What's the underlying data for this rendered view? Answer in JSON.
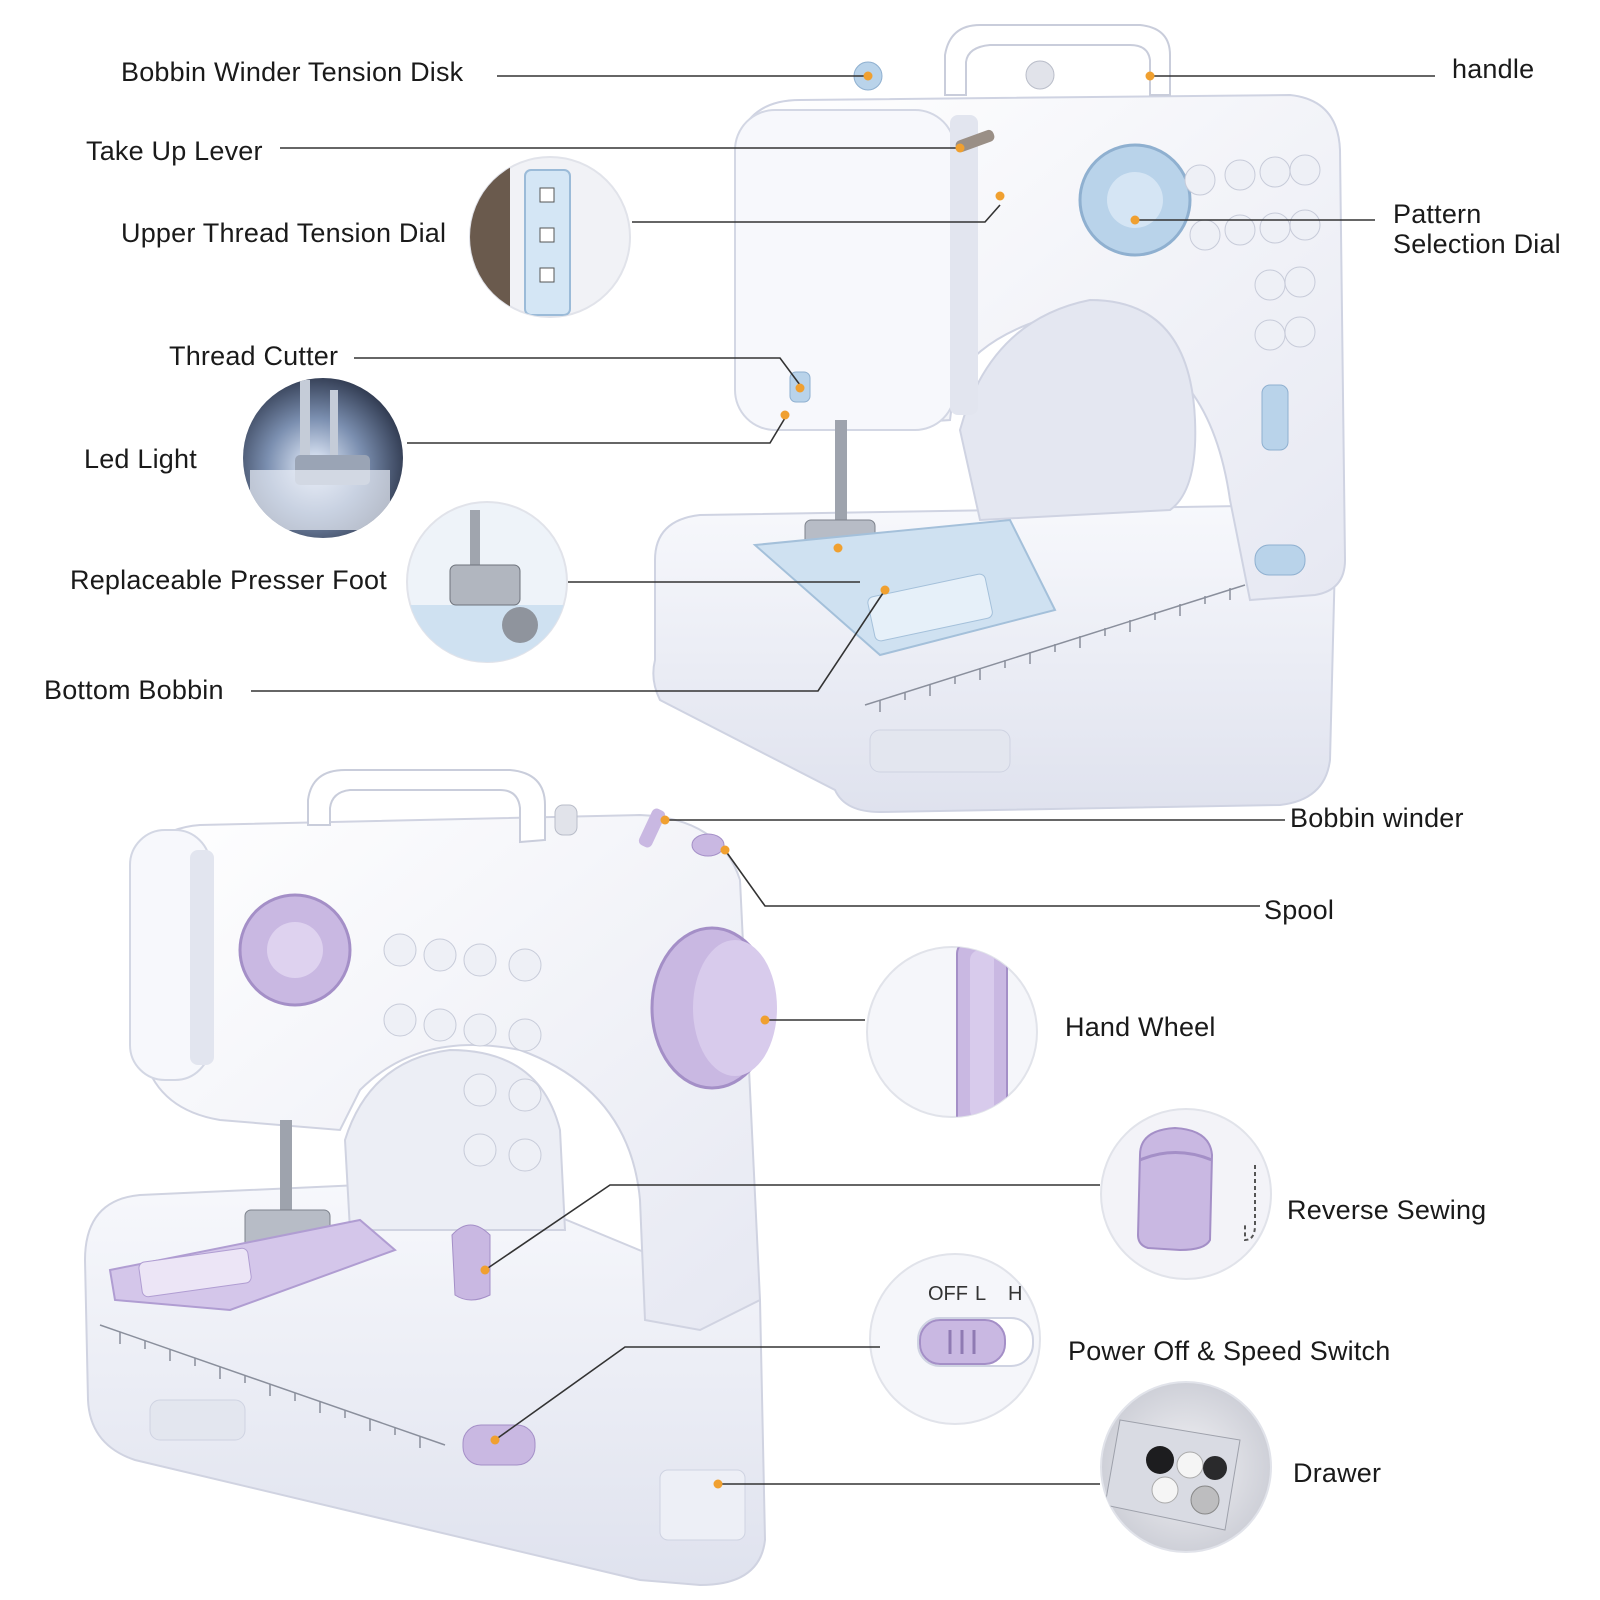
{
  "labels": {
    "bobbin_winder_tension_disk": "Bobbin Winder Tension Disk",
    "take_up_lever": "Take Up Lever",
    "upper_thread_tension_dial": "Upper Thread Tension Dial",
    "thread_cutter": "Thread Cutter",
    "led_light": "Led Light",
    "replaceable_presser_foot": "Replaceable Presser Foot",
    "bottom_bobbin": "Bottom Bobbin",
    "handle": "handle",
    "pattern_selection_dial_line1": "Pattern",
    "pattern_selection_dial_line2": "Selection Dial",
    "bobbin_winder": "Bobbin winder",
    "spool": "Spool",
    "hand_wheel": "Hand Wheel",
    "reverse_sewing": "Reverse Sewing",
    "power_off_speed_switch": "Power Off & Speed Switch",
    "drawer": "Drawer"
  },
  "switch_text": {
    "off": "OFF",
    "low": "L",
    "high": "H"
  },
  "colors": {
    "accent_top_machine": "#b9d3ea",
    "accent_bottom_machine": "#c9b8e2",
    "marker_dot": "#f0a030",
    "leader_line": "#333333",
    "machine_body": "#f4f5fa"
  }
}
